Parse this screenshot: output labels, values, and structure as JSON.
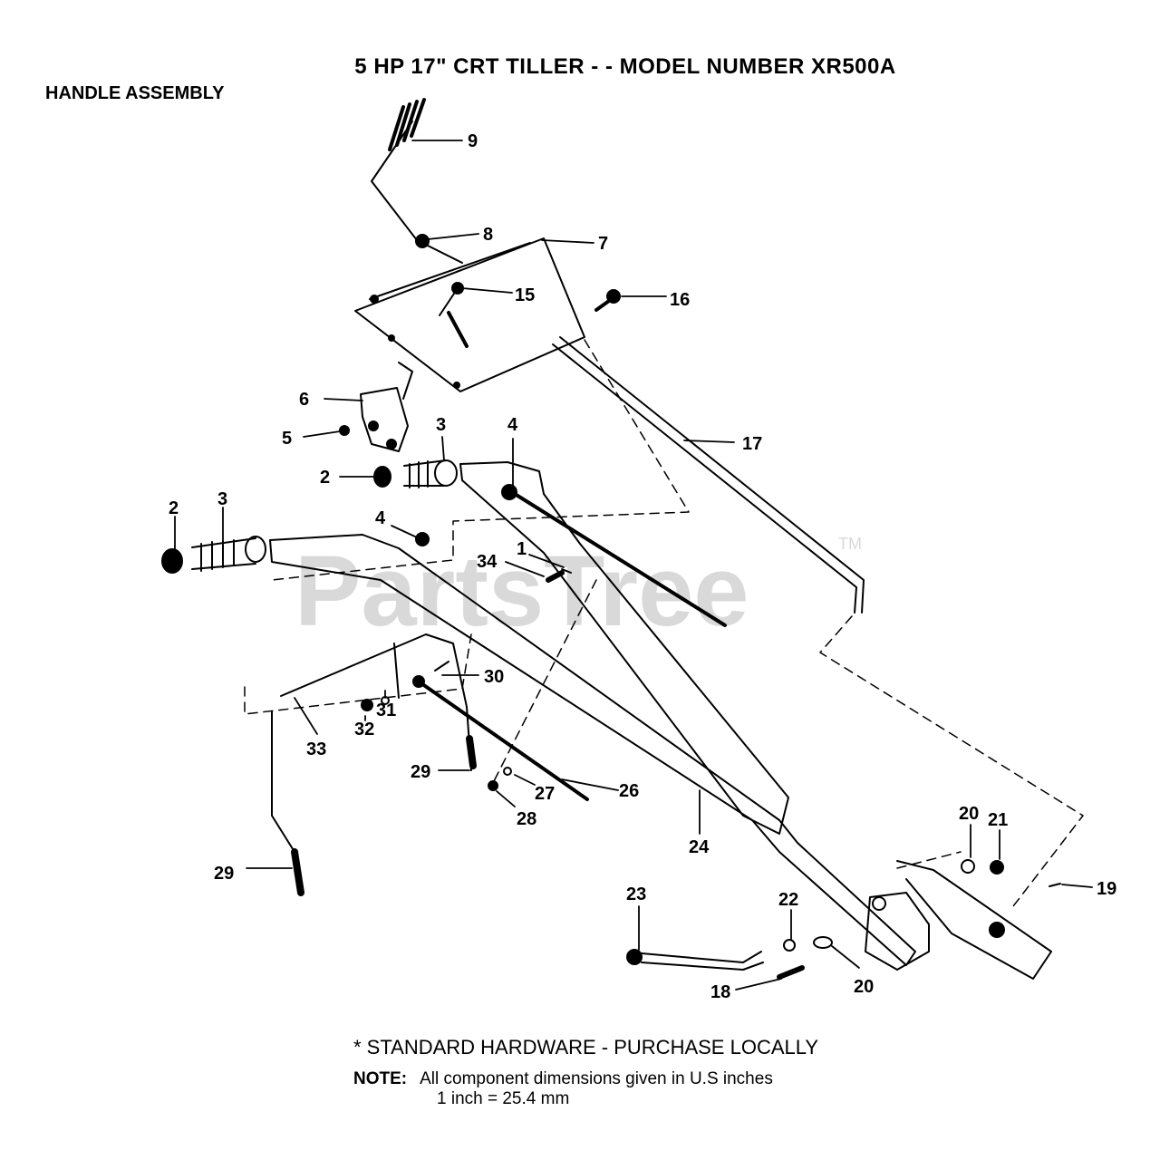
{
  "header": {
    "title": "5 HP  17\" CRT TILLER - - MODEL NUMBER XR500A",
    "subtitle": "HANDLE ASSEMBLY"
  },
  "watermark": {
    "text": "PartsTree",
    "trademark": "TM"
  },
  "callouts": {
    "c9": "9",
    "c8": "8",
    "c7": "7",
    "c15": "15",
    "c16": "16",
    "c6": "6",
    "c5": "5",
    "c3a": "3",
    "c4a": "4",
    "c17": "17",
    "c2a": "2",
    "c2b": "2",
    "c3b": "3",
    "c4b": "4",
    "c1": "1",
    "c34": "34",
    "c30": "30",
    "c33": "33",
    "c31": "31",
    "c32": "32",
    "c29a": "29",
    "c27": "27",
    "c26": "26",
    "c28": "28",
    "c24": "24",
    "c29b": "29",
    "c20a": "20",
    "c21": "21",
    "c19": "19",
    "c23": "23",
    "c22": "22",
    "c18": "18",
    "c20b": "20"
  },
  "footer": {
    "standard_hardware": "*  STANDARD HARDWARE - PURCHASE LOCALLY",
    "note_label": "NOTE:",
    "note_line1": "All component dimensions given in U.S  inches",
    "note_line2": "1 inch = 25.4 mm"
  },
  "colors": {
    "ink": "#000000",
    "watermark": "#d9d9d9"
  }
}
